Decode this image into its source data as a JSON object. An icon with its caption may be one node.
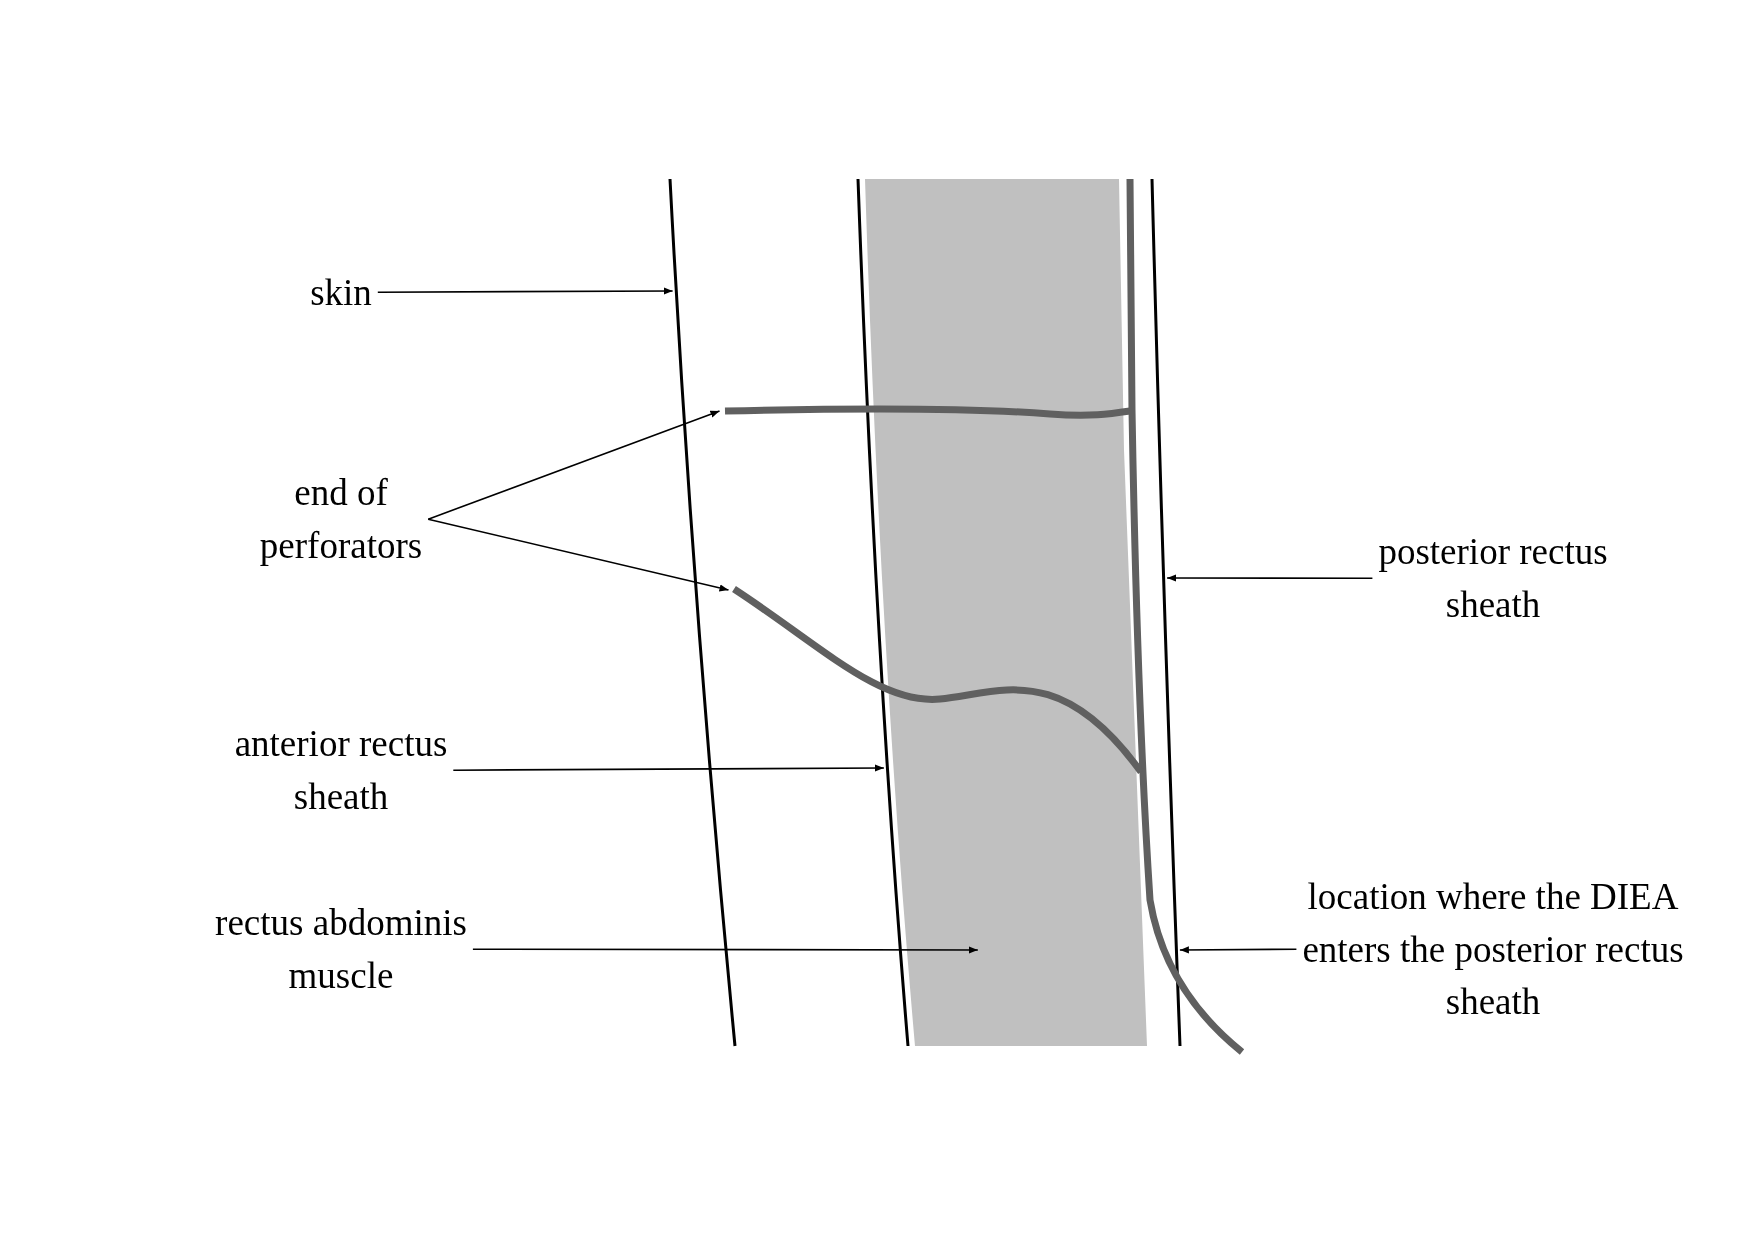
{
  "diagram": {
    "nodes": [
      {
        "text": [
          "skin"
        ]
      },
      {
        "text": [
          "end of perforators"
        ]
      },
      {
        "text": [
          "posterior rectus sheath"
        ]
      },
      {
        "text": [
          "anterior rectus sheath"
        ]
      },
      {
        "text": [
          "rectus abdominis muscle"
        ]
      },
      {
        "text": [
          "location where the DIEA enters the posterior rectus sheath"
        ]
      },
      {
        "text": [],
        "shape": "line"
      },
      {
        "text": [],
        "shape": "line"
      },
      {
        "text": [],
        "shape": "line"
      },
      {
        "text": [],
        "shape": "line"
      },
      {
        "text": [],
        "shape": "band"
      },
      {
        "text": [],
        "shape": "line"
      }
    ],
    "edges": [
      {
        "from": 0,
        "to": 6,
        "arrow": "to"
      },
      {
        "from": 1,
        "to": 7,
        "arrow": "to"
      },
      {
        "from": 1,
        "to": 8,
        "arrow": "to"
      },
      {
        "from": 2,
        "to": 11,
        "arrow": "to"
      },
      {
        "from": 3,
        "to": 9,
        "arrow": "to"
      },
      {
        "from": 4,
        "to": 10,
        "arrow": "to"
      },
      {
        "from": 5,
        "to": 11,
        "arrow": "to"
      }
    ]
  }
}
